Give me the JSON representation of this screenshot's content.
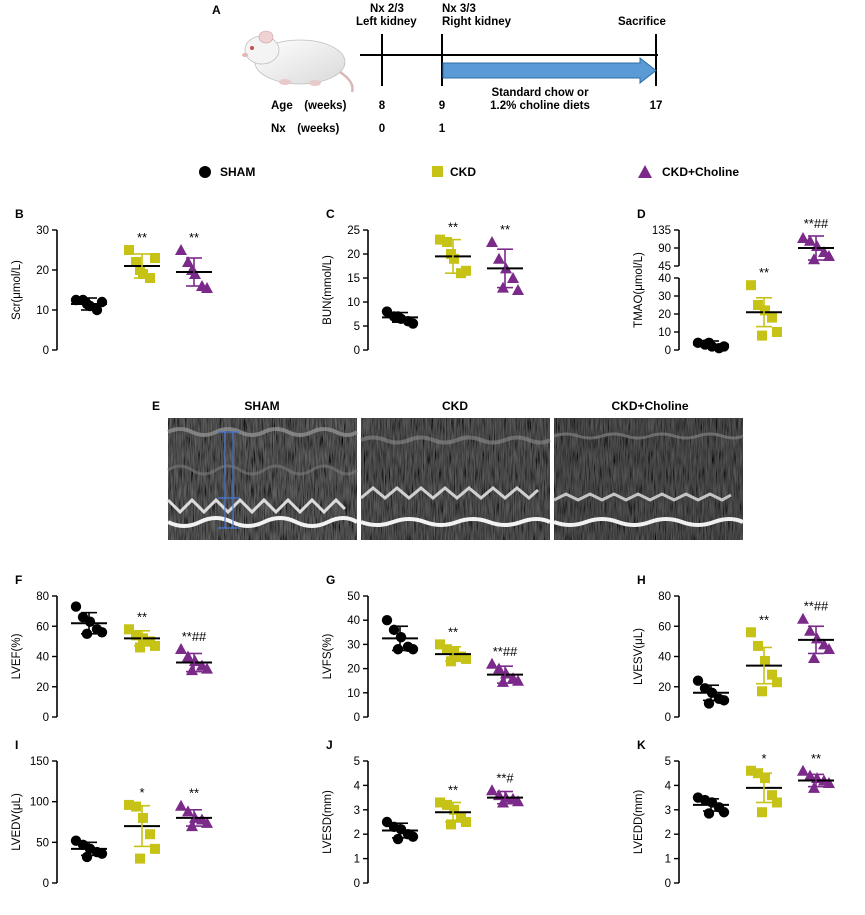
{
  "colors": {
    "sham": "#000000",
    "ckd": "#c6c216",
    "choline": "#7b2a8a",
    "arrow": "#5b9bd5",
    "arrow_stroke": "#2e6ca4"
  },
  "panel_a": {
    "letter": "A",
    "events": [
      {
        "line1": "Nx   2/3",
        "line2": "Left kidney"
      },
      {
        "line1": "Nx   3/3",
        "line2": "Right kidney"
      },
      {
        "line1": "",
        "line2": "Sacrifice"
      }
    ],
    "arrow_label": [
      "Standard chow  or",
      "1.2% choline diets"
    ],
    "age_label": "Age　(weeks)",
    "nx_label": "Nx　(weeks)",
    "age_values": [
      "8",
      "9",
      "17"
    ],
    "nx_values": [
      "0",
      "1"
    ]
  },
  "legend": [
    {
      "label": "SHAM",
      "marker": "circle",
      "color": "#000000"
    },
    {
      "label": "CKD",
      "marker": "square",
      "color": "#c6c216"
    },
    {
      "label": "CKD+Choline",
      "marker": "triangle",
      "color": "#7b2a8a"
    }
  ],
  "panel_e": {
    "letter": "E",
    "labels": [
      "SHAM",
      "CKD",
      "CKD+Choline"
    ]
  },
  "chart_data": [
    {
      "letter": "B",
      "type": "scatter",
      "ylabel": "Scr(μmol/L)",
      "ylim": [
        0,
        30
      ],
      "yticks": [
        0,
        10,
        20,
        30
      ],
      "groups": [
        "SHAM",
        "CKD",
        "CKD+Choline"
      ],
      "means": [
        11.5,
        21,
        19.5
      ],
      "sd": [
        1.5,
        3,
        3.5
      ],
      "points": [
        [
          12.5,
          12.5,
          11,
          10,
          12,
          11.5
        ],
        [
          25,
          22,
          19,
          18,
          23,
          20
        ],
        [
          25,
          22,
          19,
          16,
          15.5,
          20
        ]
      ],
      "annotations": [
        "",
        "**",
        "**"
      ]
    },
    {
      "letter": "C",
      "type": "scatter",
      "ylabel": "BUN(mmol/L)",
      "ylim": [
        0,
        25
      ],
      "yticks": [
        0,
        5,
        10,
        15,
        20,
        25
      ],
      "groups": [
        "SHAM",
        "CKD",
        "CKD+Choline"
      ],
      "means": [
        6.8,
        19.5,
        17
      ],
      "sd": [
        1,
        3.5,
        4
      ],
      "points": [
        [
          8,
          7,
          6.5,
          6,
          5.5,
          7
        ],
        [
          23,
          22.5,
          19,
          16,
          16.5,
          20
        ],
        [
          22.5,
          19,
          17,
          15,
          12.5,
          13
        ]
      ],
      "annotations": [
        "",
        "**",
        "**"
      ]
    },
    {
      "letter": "D",
      "type": "scatter",
      "ylabel": "TMAO(μmol/L)",
      "broken_axis": true,
      "ylim_lower": [
        0,
        40
      ],
      "yticks_lower": [
        0,
        10,
        20,
        30,
        40
      ],
      "ylim_upper": [
        45,
        135
      ],
      "yticks_upper": [
        45,
        90,
        135
      ],
      "groups": [
        "SHAM",
        "CKD",
        "CKD+Choline"
      ],
      "means": [
        3,
        21,
        90
      ],
      "sd": [
        2,
        8,
        30
      ],
      "points": [
        [
          4,
          3,
          2,
          1,
          2,
          4
        ],
        [
          36,
          25,
          22,
          18,
          10,
          8
        ],
        [
          115,
          108,
          95,
          80,
          70,
          62
        ]
      ],
      "annotations": [
        "",
        "**",
        "**##"
      ]
    },
    {
      "letter": "F",
      "type": "scatter",
      "ylabel": "LVEF(%)",
      "ylim": [
        0,
        80
      ],
      "yticks": [
        0,
        20,
        40,
        60,
        80
      ],
      "groups": [
        "SHAM",
        "CKD",
        "CKD+Choline"
      ],
      "means": [
        62,
        52,
        36
      ],
      "sd": [
        7,
        5,
        6
      ],
      "points": [
        [
          73,
          66,
          63,
          58,
          56,
          55
        ],
        [
          58,
          54,
          52,
          50,
          47,
          46
        ],
        [
          45,
          40,
          37,
          34,
          32,
          31
        ]
      ],
      "annotations": [
        "",
        "**",
        "**##"
      ]
    },
    {
      "letter": "G",
      "type": "scatter",
      "ylabel": "LVFS(%)",
      "ylim": [
        0,
        50
      ],
      "yticks": [
        0,
        10,
        20,
        30,
        40,
        50
      ],
      "groups": [
        "SHAM",
        "CKD",
        "CKD+Choline"
      ],
      "means": [
        32.5,
        26,
        17.5
      ],
      "sd": [
        5,
        3,
        3.5
      ],
      "points": [
        [
          40,
          36,
          33,
          29,
          28,
          28
        ],
        [
          30,
          28,
          27,
          25,
          24,
          23
        ],
        [
          22,
          20,
          18,
          16,
          15,
          14.5
        ]
      ],
      "annotations": [
        "",
        "**",
        "**##"
      ]
    },
    {
      "letter": "H",
      "type": "scatter",
      "ylabel": "LVESV(μL)",
      "ylim": [
        0,
        80
      ],
      "yticks": [
        0,
        20,
        40,
        60,
        80
      ],
      "groups": [
        "SHAM",
        "CKD",
        "CKD+Choline"
      ],
      "means": [
        16,
        34,
        51
      ],
      "sd": [
        5,
        12,
        9
      ],
      "points": [
        [
          24,
          19,
          16,
          12,
          11,
          9
        ],
        [
          56,
          47,
          37,
          28,
          23,
          17
        ],
        [
          65,
          57,
          52,
          48,
          45,
          39
        ]
      ],
      "annotations": [
        "",
        "**",
        "**##"
      ]
    },
    {
      "letter": "I",
      "type": "scatter",
      "ylabel": "LVEDV(μL)",
      "ylim": [
        0,
        150
      ],
      "yticks": [
        0,
        50,
        100,
        150
      ],
      "groups": [
        "SHAM",
        "CKD",
        "CKD+Choline"
      ],
      "means": [
        42,
        70,
        80
      ],
      "sd": [
        8,
        25,
        10
      ],
      "points": [
        [
          52,
          47,
          42,
          38,
          36,
          32
        ],
        [
          96,
          94,
          80,
          60,
          42,
          30
        ],
        [
          95,
          88,
          80,
          78,
          74,
          70
        ]
      ],
      "annotations": [
        "",
        "*",
        "**"
      ]
    },
    {
      "letter": "J",
      "type": "scatter",
      "ylabel": "LVESD(mm)",
      "ylim": [
        0,
        5
      ],
      "yticks": [
        0,
        1,
        2,
        3,
        4,
        5
      ],
      "groups": [
        "SHAM",
        "CKD",
        "CKD+Choline"
      ],
      "means": [
        2.15,
        2.9,
        3.5
      ],
      "sd": [
        0.3,
        0.4,
        0.25
      ],
      "points": [
        [
          2.5,
          2.3,
          2.2,
          2.0,
          1.9,
          1.8
        ],
        [
          3.3,
          3.2,
          3.0,
          2.7,
          2.5,
          2.4
        ],
        [
          3.8,
          3.6,
          3.5,
          3.45,
          3.35,
          3.3
        ]
      ],
      "annotations": [
        "",
        "**",
        "**#"
      ]
    },
    {
      "letter": "K",
      "type": "scatter",
      "ylabel": "LVEDD(mm)",
      "ylim": [
        0,
        5
      ],
      "yticks": [
        0,
        1,
        2,
        3,
        4,
        5
      ],
      "groups": [
        "SHAM",
        "CKD",
        "CKD+Choline"
      ],
      "means": [
        3.2,
        3.9,
        4.2
      ],
      "sd": [
        0.25,
        0.6,
        0.25
      ],
      "points": [
        [
          3.5,
          3.4,
          3.3,
          3.1,
          2.9,
          2.85
        ],
        [
          4.6,
          4.5,
          4.3,
          3.6,
          3.3,
          2.9
        ],
        [
          4.6,
          4.4,
          4.3,
          4.2,
          4.1,
          3.9
        ]
      ],
      "annotations": [
        "",
        "*",
        "**"
      ]
    }
  ]
}
